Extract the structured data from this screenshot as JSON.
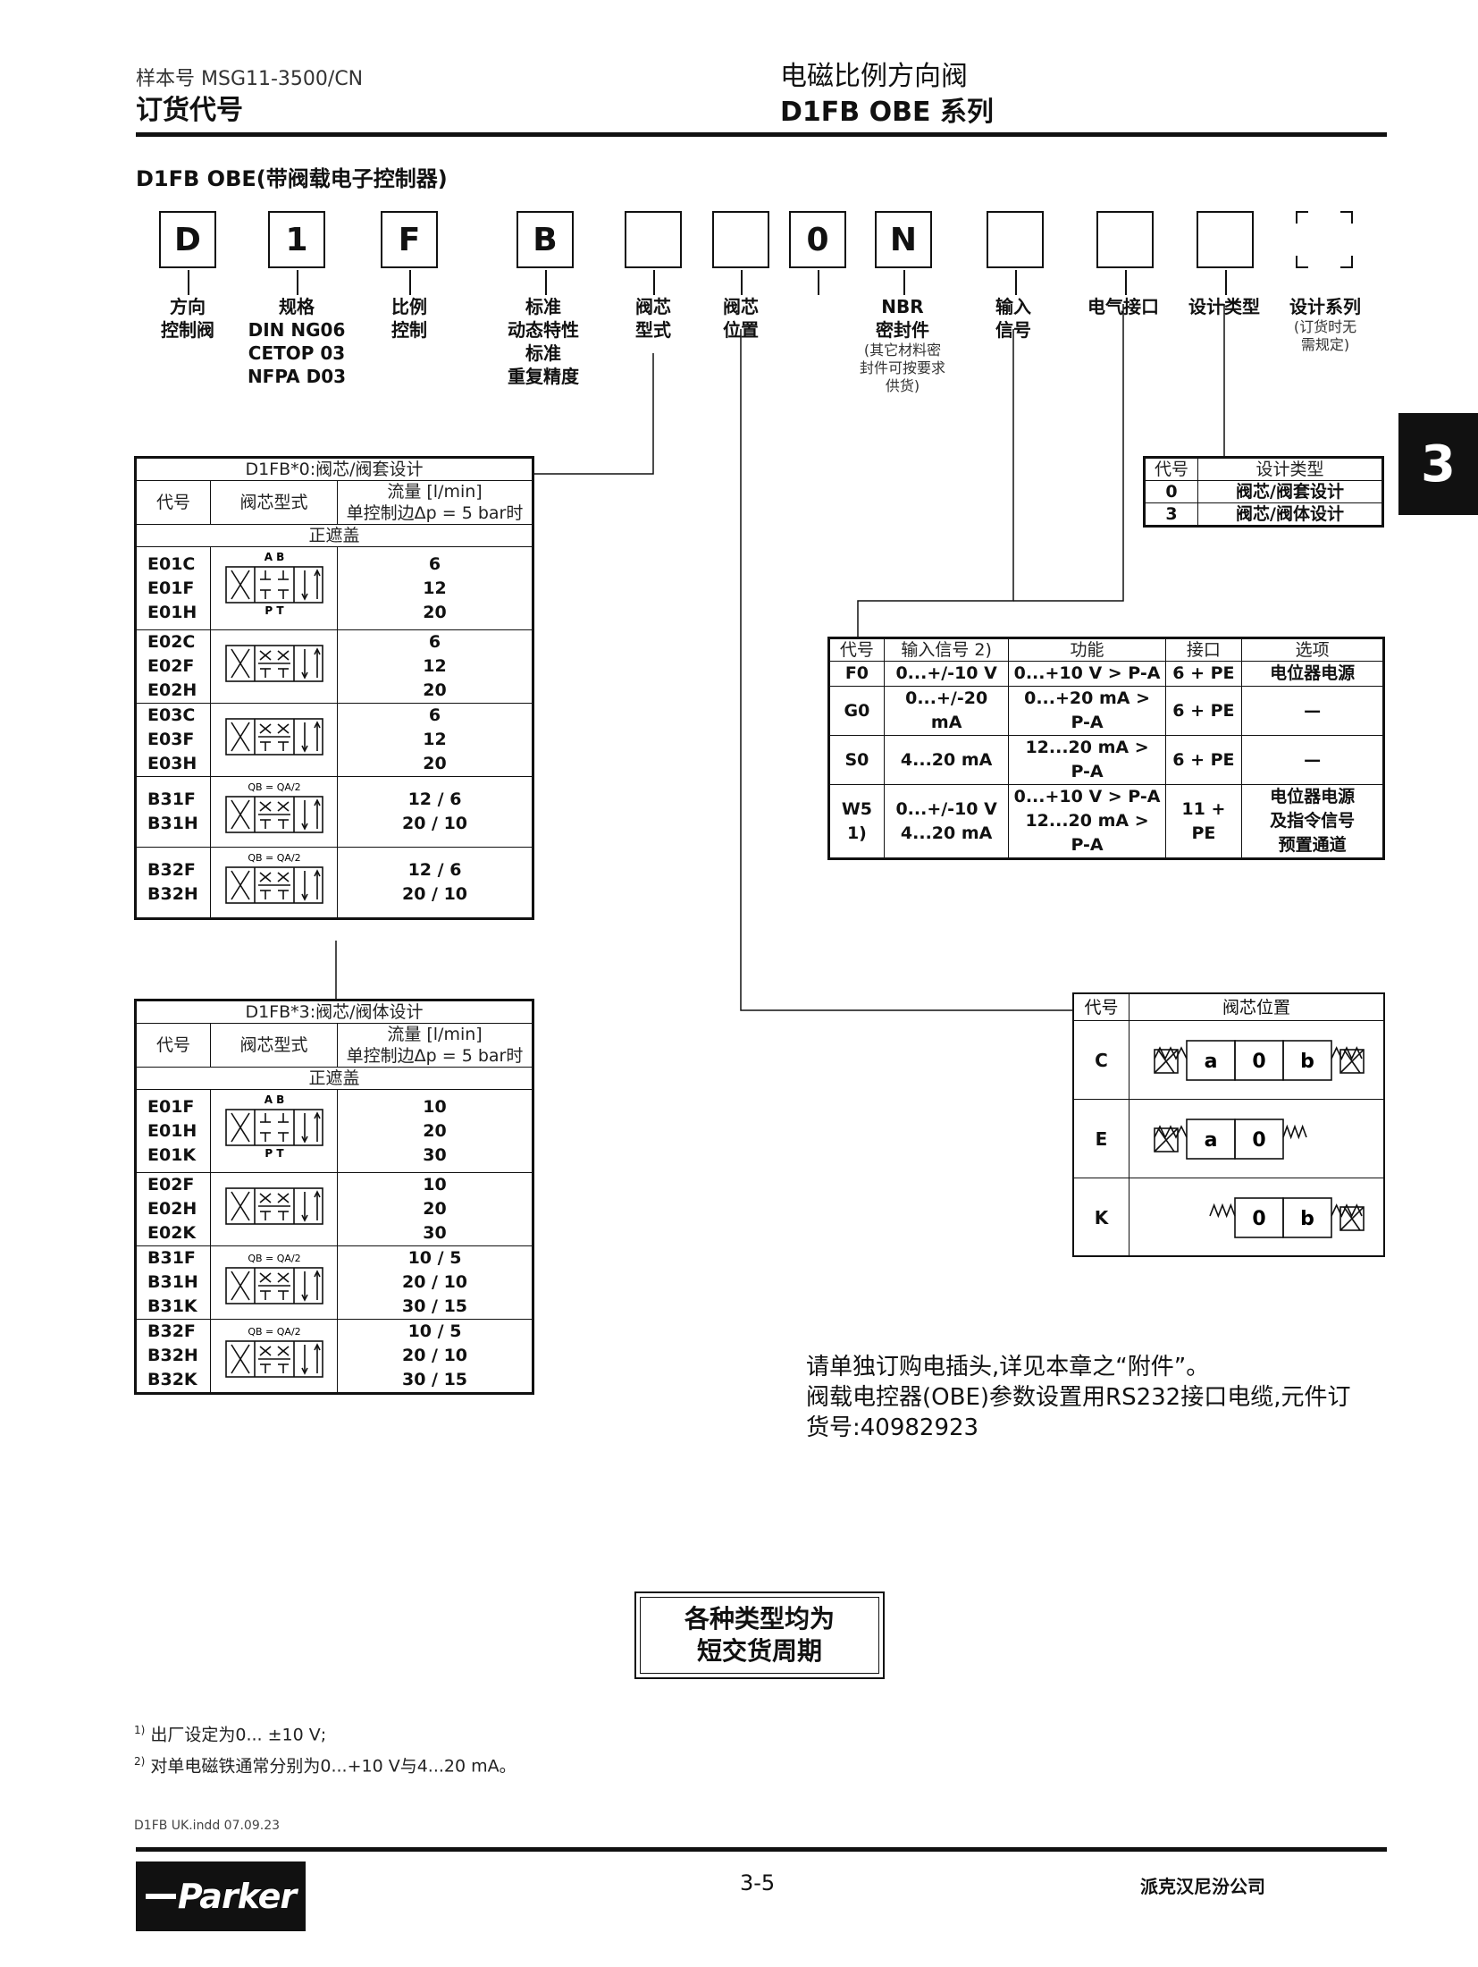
{
  "header": {
    "sample_no": "样本号 MSG11-3500/CN",
    "section": "订货代号",
    "product": "电磁比例方向阀",
    "series": "D1FB OBE 系列"
  },
  "subtitle": "D1FB OBE(带阀载电子控制器)",
  "code_boxes": [
    "D",
    "1",
    "F",
    "B",
    "",
    "",
    "0",
    "N",
    "",
    "",
    "",
    ""
  ],
  "code_labels": [
    {
      "text": "方向\n控制阀"
    },
    {
      "text": "规格\nDIN NG06\nCETOP 03\nNFPA D03"
    },
    {
      "text": "比例\n控制"
    },
    {
      "text": "标准\n动态特性\n标准\n重复精度"
    },
    {
      "text": "阀芯\n型式"
    },
    {
      "text": "阀芯\n位置"
    },
    {
      "text": "NBR\n密封件",
      "sub": "(其它材料密\n封件可按要求\n供货)"
    },
    {
      "text": "输入\n信号"
    },
    {
      "text": "电气接口"
    },
    {
      "text": "设计类型"
    },
    {
      "text": "设计系列",
      "sub": "(订货时无\n需规定)"
    }
  ],
  "chapter_tab": "3",
  "design_type_table": {
    "h_code": "代号",
    "h_type": "设计类型",
    "rows": [
      {
        "code": "0",
        "type": "阀芯/阀套设计"
      },
      {
        "code": "3",
        "type": "阀芯/阀体设计"
      }
    ]
  },
  "spool_table_0": {
    "title": "D1FB*0:阀芯/阀套设计",
    "h_code": "代号",
    "h_type": "阀芯型式",
    "h_flow1": "流量 [l/min]",
    "h_flow2": "单控制边Δp = 5 bar时",
    "section": "正遮盖",
    "groups": [
      {
        "codes": [
          "E01C",
          "E01F",
          "E01H"
        ],
        "flows": [
          "6",
          "12",
          "20"
        ],
        "sym": "E01",
        "top": "A B",
        "bottom": "P T"
      },
      {
        "codes": [
          "E02C",
          "E02F",
          "E02H"
        ],
        "flows": [
          "6",
          "12",
          "20"
        ],
        "sym": "E02"
      },
      {
        "codes": [
          "E03C",
          "E03F",
          "E03H"
        ],
        "flows": [
          "6",
          "12",
          "20"
        ],
        "sym": "E03"
      },
      {
        "codes": [
          "B31F",
          "B31H"
        ],
        "flows": [
          "12 / 6",
          "20 / 10"
        ],
        "sym": "B31",
        "note": "QB = QA/2"
      },
      {
        "codes": [
          "B32F",
          "B32H"
        ],
        "flows": [
          "12 / 6",
          "20 / 10"
        ],
        "sym": "B32",
        "note": "QB = QA/2"
      }
    ]
  },
  "spool_table_3": {
    "title": "D1FB*3:阀芯/阀体设计",
    "h_code": "代号",
    "h_type": "阀芯型式",
    "h_flow1": "流量 [l/min]",
    "h_flow2": "单控制边Δp = 5 bar时",
    "section": "正遮盖",
    "groups": [
      {
        "codes": [
          "E01F",
          "E01H",
          "E01K"
        ],
        "flows": [
          "10",
          "20",
          "30"
        ],
        "sym": "E01",
        "top": "A B",
        "bottom": "P T"
      },
      {
        "codes": [
          "E02F",
          "E02H",
          "E02K"
        ],
        "flows": [
          "10",
          "20",
          "30"
        ],
        "sym": "E02"
      },
      {
        "codes": [
          "B31F",
          "B31H",
          "B31K"
        ],
        "flows": [
          "10 / 5",
          "20 / 10",
          "30 / 15"
        ],
        "sym": "B31",
        "note": "QB = QA/2"
      },
      {
        "codes": [
          "B32F",
          "B32H",
          "B32K"
        ],
        "flows": [
          "10 / 5",
          "20 / 10",
          "30 / 15"
        ],
        "sym": "B32",
        "note": "QB = QA/2"
      }
    ]
  },
  "signal_table": {
    "headers": [
      "代号",
      "输入信号 2)",
      "功能",
      "接口",
      "选项"
    ],
    "rows": [
      [
        "F0",
        "0...+/-10 V",
        "0...+10 V > P-A",
        "6 + PE",
        "电位器电源"
      ],
      [
        "G0",
        "0...+/-20 mA",
        "0...+20 mA > P-A",
        "6 + PE",
        "—"
      ],
      [
        "S0",
        "4...20 mA",
        "12...20 mA > P-A",
        "6 + PE",
        "—"
      ],
      [
        "W5 1)",
        "0...+/-10 V\n4...20 mA",
        "0...+10 V > P-A\n12...20 mA > P-A",
        "11 + PE",
        "电位器电源\n及指令信号\n预置通道"
      ]
    ]
  },
  "position_table": {
    "h_code": "代号",
    "h_pos": "阀芯位置",
    "rows": [
      {
        "code": "C",
        "cells": [
          "a",
          "0",
          "b"
        ]
      },
      {
        "code": "E",
        "cells": [
          "a",
          "0"
        ]
      },
      {
        "code": "K",
        "cells": [
          "0",
          "b"
        ]
      }
    ]
  },
  "notes": [
    "请单独订购电插头,详见本章之“附件”。",
    "阀载电控器(OBE)参数设置用RS232接口电缆,元件订",
    "货号:40982923"
  ],
  "badge": [
    "各种类型均为",
    "短交货周期"
  ],
  "footnotes": [
    {
      "mark": "1)",
      "text": "出厂设定为0... ±10 V;"
    },
    {
      "mark": "2)",
      "text": "对单电磁铁通常分别为0...+10 V与4...20 mA。"
    }
  ],
  "file_ref": "D1FB UK.indd 07.09.23",
  "page_number": "3-5",
  "company": "派克汉尼汾公司",
  "logo": "Parker"
}
